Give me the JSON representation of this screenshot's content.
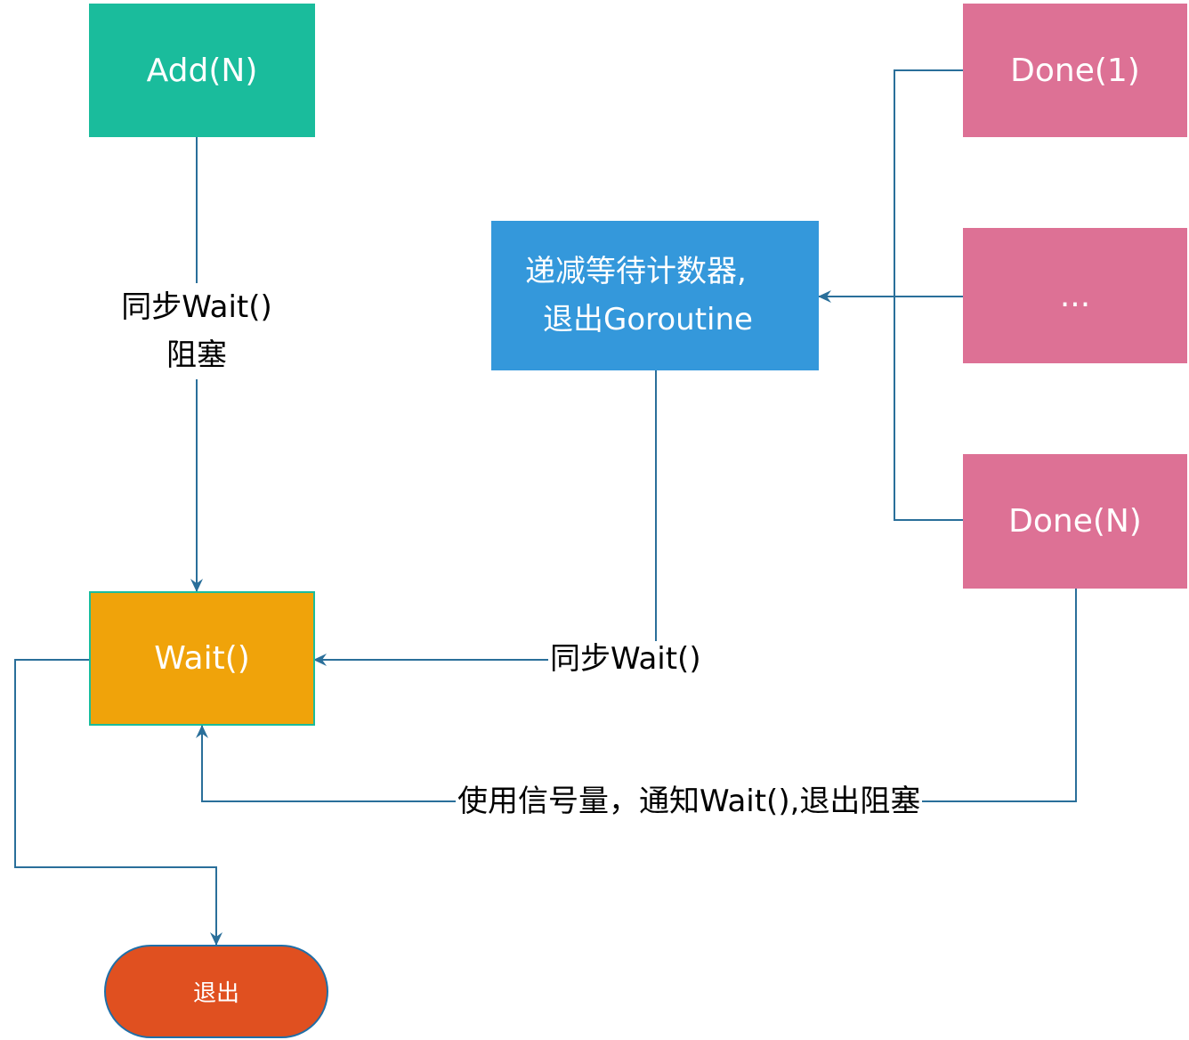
{
  "nodes": {
    "add": {
      "label": "Add(N)",
      "color": "#1ABC9C"
    },
    "decrement": {
      "line1": "递减等待计数器,",
      "line2": "退出Goroutine",
      "color": "#3498DB"
    },
    "done1": {
      "label": "Done(1)",
      "color": "#DD7195"
    },
    "done_ellipsis": {
      "label": "...",
      "color": "#DD7195"
    },
    "doneN": {
      "label": "Done(N)",
      "color": "#DD7195"
    },
    "wait": {
      "label": "Wait()",
      "color": "#F0A30A",
      "border": "#1ABC9C"
    },
    "exit": {
      "label": "退出",
      "color": "#E05020",
      "border": "#1F6FA8"
    }
  },
  "edges": {
    "add_to_wait": {
      "line1": "同步Wait()",
      "line2": "阻塞"
    },
    "decrement_to_wait": {
      "label": "同步Wait()"
    },
    "doneN_to_wait": {
      "label": "使用信号量，通知Wait(),退出阻塞"
    }
  },
  "line_color": "#2A6F9A"
}
